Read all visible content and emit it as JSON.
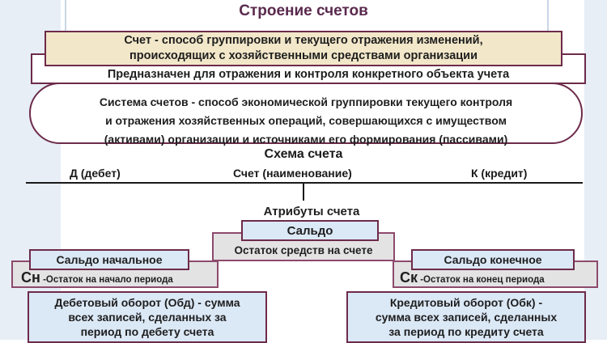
{
  "title": "Строение счетов",
  "definition": {
    "line1": "Счет - способ группировки и текущего отражения изменений,",
    "line2": "происходящих с хозяйственными средствами организации"
  },
  "purpose": "Предназначен для отражения и контроля конкретного объекта учета",
  "system": {
    "line1": "Система счетов - способ экономической группировки текущего контроля",
    "line2": "и отражения хозяйственных операций, совершающихся с имуществом",
    "line3": "(активами) организации и источниками его формирования (пассивами)"
  },
  "schema": {
    "title": "Схема счета",
    "debit": "Д (дебет)",
    "name": "Счет (наименование)",
    "credit": "К (кредит)"
  },
  "attributes": {
    "title": "Атрибуты счета",
    "saldo": "Сальдо",
    "saldo_desc": "Остаток средств на счете",
    "start": {
      "label": "Сальдо начальное",
      "abbr": "Сн",
      "desc": "-Остаток на начало периода"
    },
    "end": {
      "label": "Сальдо конечное",
      "abbr": "Ск",
      "desc": "-Остаток на конец периода"
    }
  },
  "debit_turnover": {
    "line1": "Дебетовый оборот (Обд) - сумма",
    "line2": "всех записей, сделанных за",
    "line3": "период по дебету счета"
  },
  "credit_turnover": {
    "line1": "Кредитовый оборот (Обк) -",
    "line2": "сумма всех записей, сделанных",
    "line3": "за период по кредиту счета"
  },
  "colors": {
    "title": "#5a2a4e",
    "border": "#6d2b4a",
    "beige": "#f2e7c9",
    "blue": "#dbe8f6",
    "grey": "#e3e3e3"
  }
}
